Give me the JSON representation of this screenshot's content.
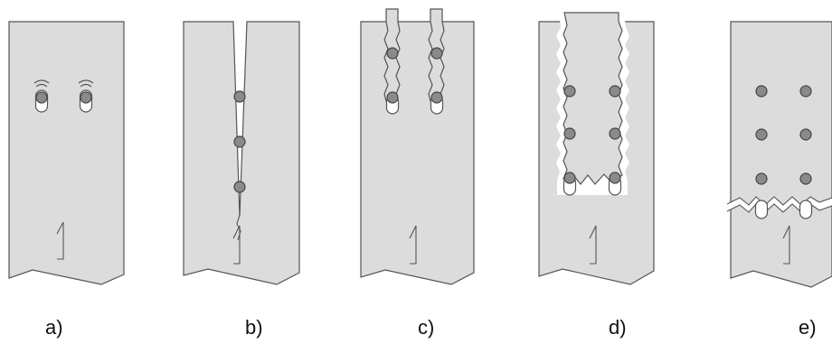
{
  "panels": [
    {
      "id": "a",
      "label": "a)"
    },
    {
      "id": "b",
      "label": "b)"
    },
    {
      "id": "c",
      "label": "c)"
    },
    {
      "id": "d",
      "label": "d)"
    },
    {
      "id": "e",
      "label": "e)"
    }
  ],
  "colors": {
    "member": "#dcdcdc",
    "outline": "#555555",
    "bolt": "#8a8a8a",
    "background": "#ffffff"
  }
}
